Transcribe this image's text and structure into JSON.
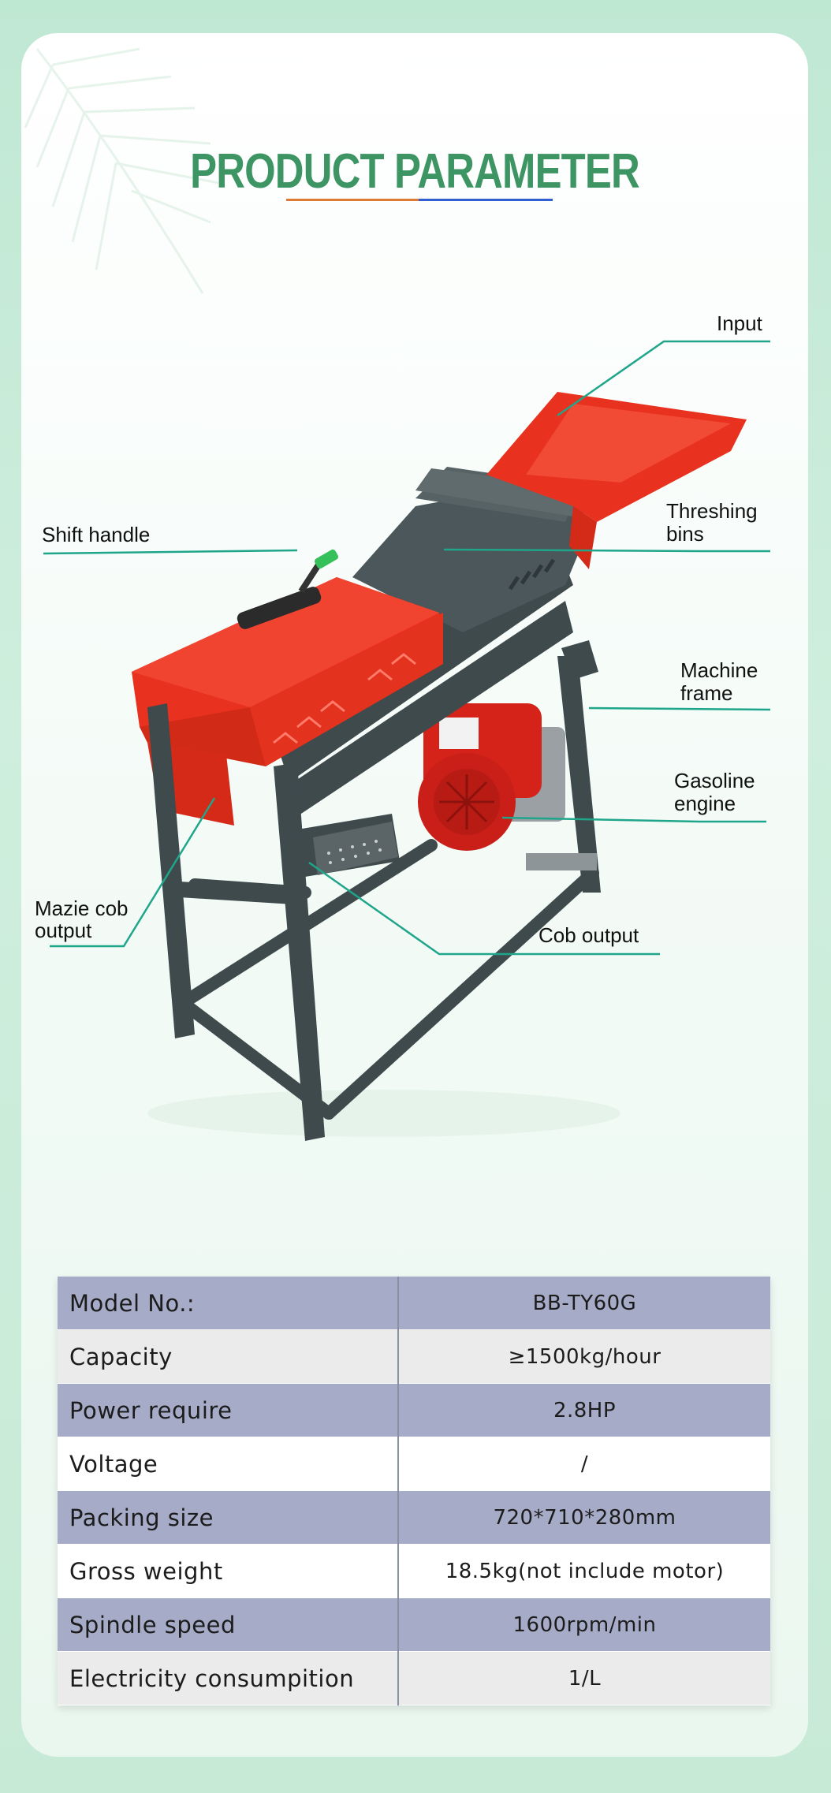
{
  "header": {
    "title": "PRODUCT PARAMETER",
    "underline_colors": [
      "#e07a33",
      "#2f5fd0"
    ]
  },
  "diagram": {
    "labels": {
      "input": "Input",
      "threshing_bins_1": "Threshing",
      "threshing_bins_2": "bins",
      "shift_handle": "Shift handle",
      "machine_frame_1": "Machine",
      "machine_frame_2": "frame",
      "gasoline_engine_1": "Gasoline",
      "gasoline_engine_2": "engine",
      "mazie_cob_output_1": "Mazie cob",
      "mazie_cob_output_2": "output",
      "cob_output": "Cob output"
    },
    "colors": {
      "leader_line": "#1fa58a",
      "body_red": "#e8311e",
      "frame_gray": "#3f4a4d"
    }
  },
  "params": {
    "rows": [
      {
        "label": "Model No.:",
        "value": "BB-TY60G"
      },
      {
        "label": "Capacity",
        "value": "≥1500kg/hour"
      },
      {
        "label": "Power require",
        "value": "2.8HP"
      },
      {
        "label": "Voltage",
        "value": "/"
      },
      {
        "label": "Packing size",
        "value": "720*710*280mm"
      },
      {
        "label": "Gross weight",
        "value": "18.5kg(not include motor)"
      },
      {
        "label": "Spindle speed",
        "value": "1600rpm/min"
      },
      {
        "label": "Electricity consumpition",
        "value": "1/L"
      }
    ],
    "colors": {
      "dark_row": "#a6abc8",
      "light_row": "#ebebeb"
    }
  }
}
